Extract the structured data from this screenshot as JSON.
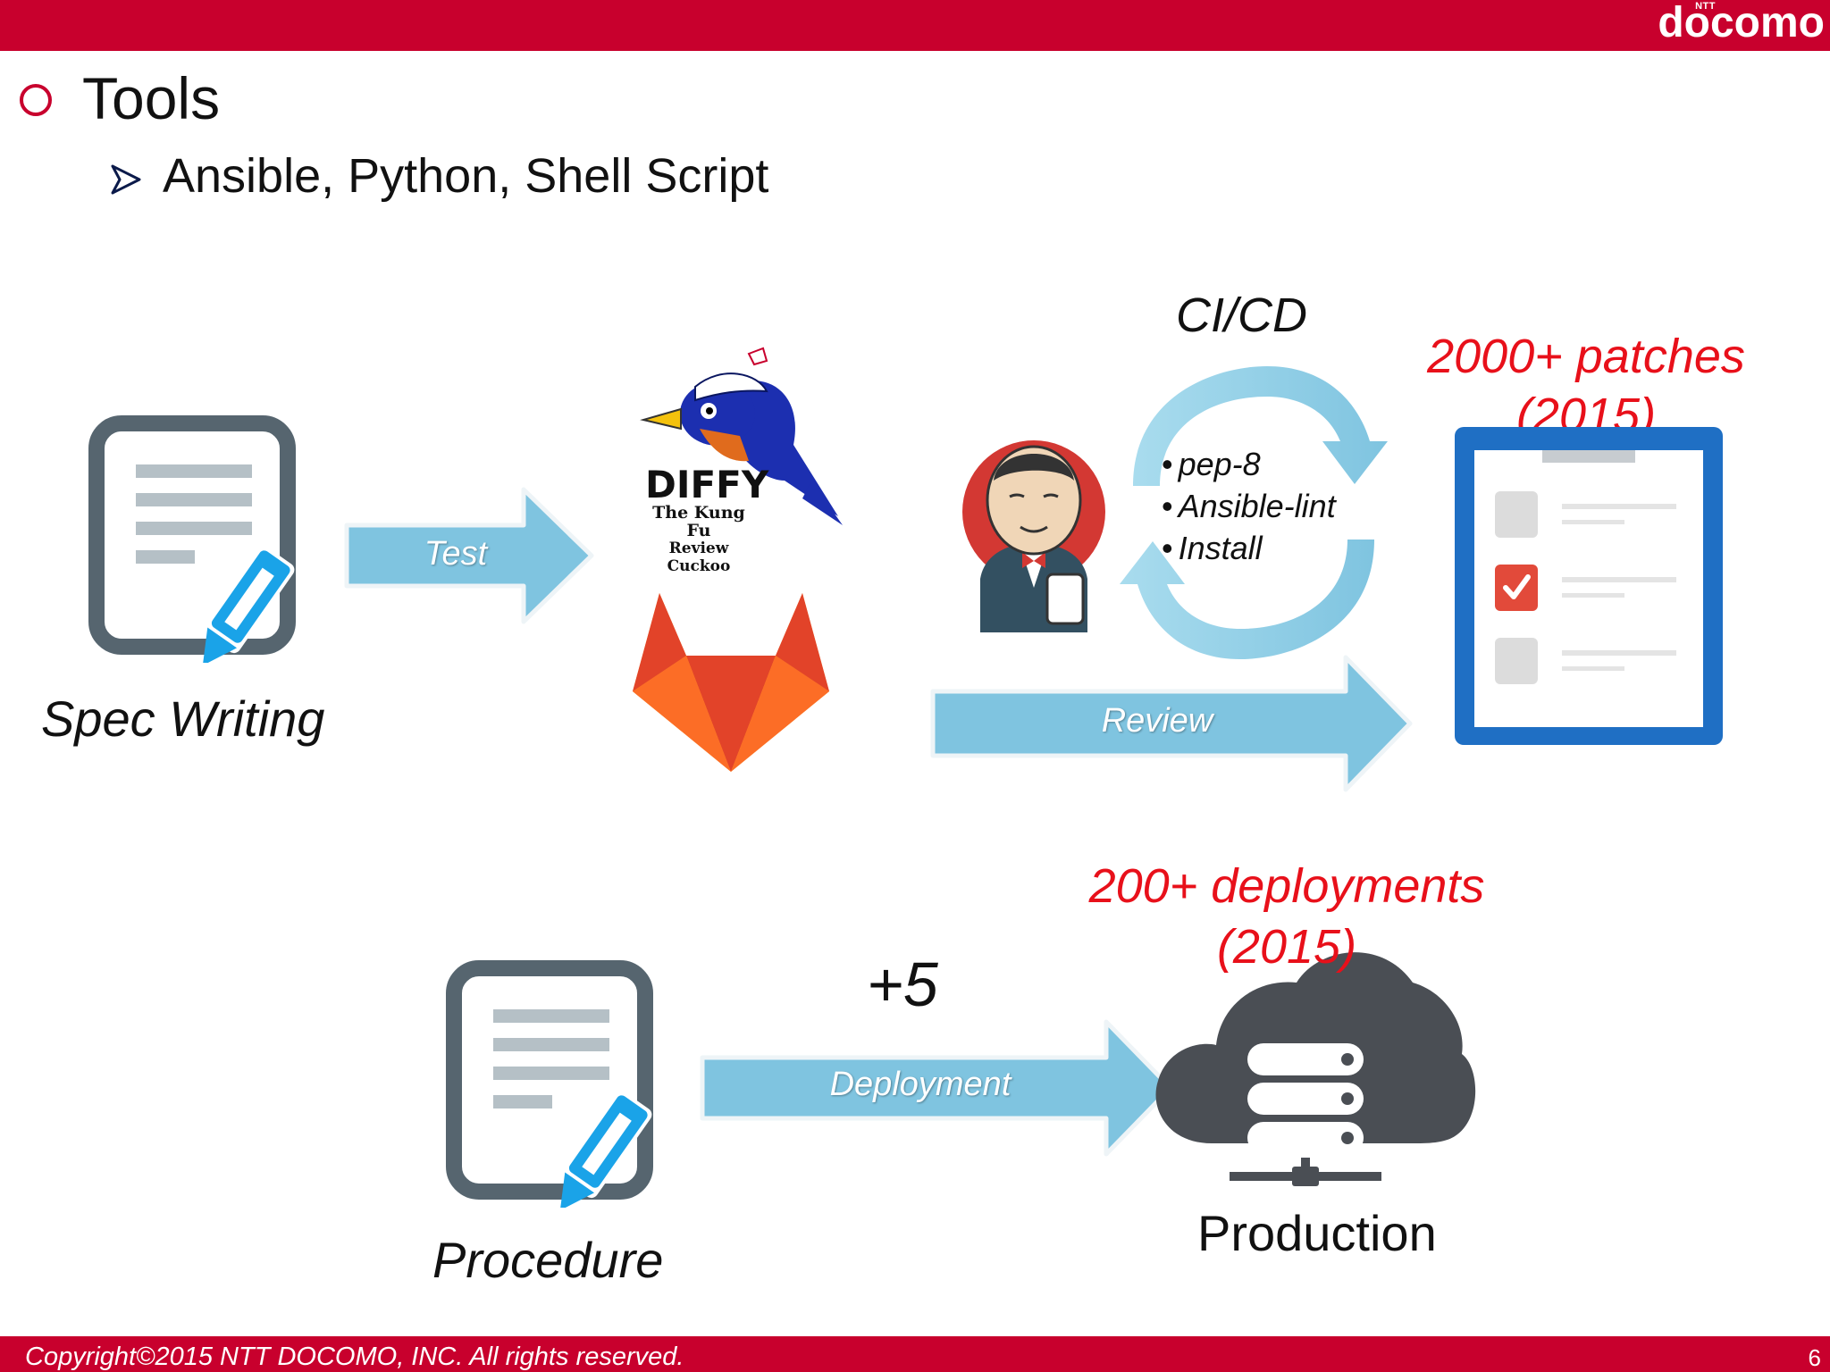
{
  "brand": {
    "logo_small": "NTT",
    "logo_text": "docomo"
  },
  "heading": {
    "title": "Tools",
    "subtitle": "Ansible, Python, Shell Script"
  },
  "flow": {
    "spec_writing_label": "Spec Writing",
    "test_arrow_label": "Test",
    "diffy_logo": {
      "title": "DIFFY",
      "line1": "The Kung Fu",
      "line2": "Review Cuckoo"
    },
    "cicd_title": "CI/CD",
    "ci_checks": [
      "pep-8",
      "Ansible-lint",
      "Install"
    ],
    "review_arrow_label": "Review",
    "patches_stat": {
      "line1": "2000+ patches",
      "line2": "(2015)"
    },
    "procedure_label": "Procedure",
    "plus_label": "+5",
    "deployment_arrow_label": "Deployment",
    "deployments_stat": {
      "line1": "200+ deployments",
      "line2": "(2015)"
    },
    "production_label": "Production"
  },
  "footer": {
    "copyright": "Copyright©2015 NTT DOCOMO, INC. All rights reserved.",
    "page_number": "6"
  },
  "colors": {
    "brand_red": "#c8002d",
    "highlight_red": "#e8101a",
    "arrow_blue": "#7fc4e0",
    "doc_gray": "#56656f",
    "pencil_blue": "#1aa3e8"
  }
}
